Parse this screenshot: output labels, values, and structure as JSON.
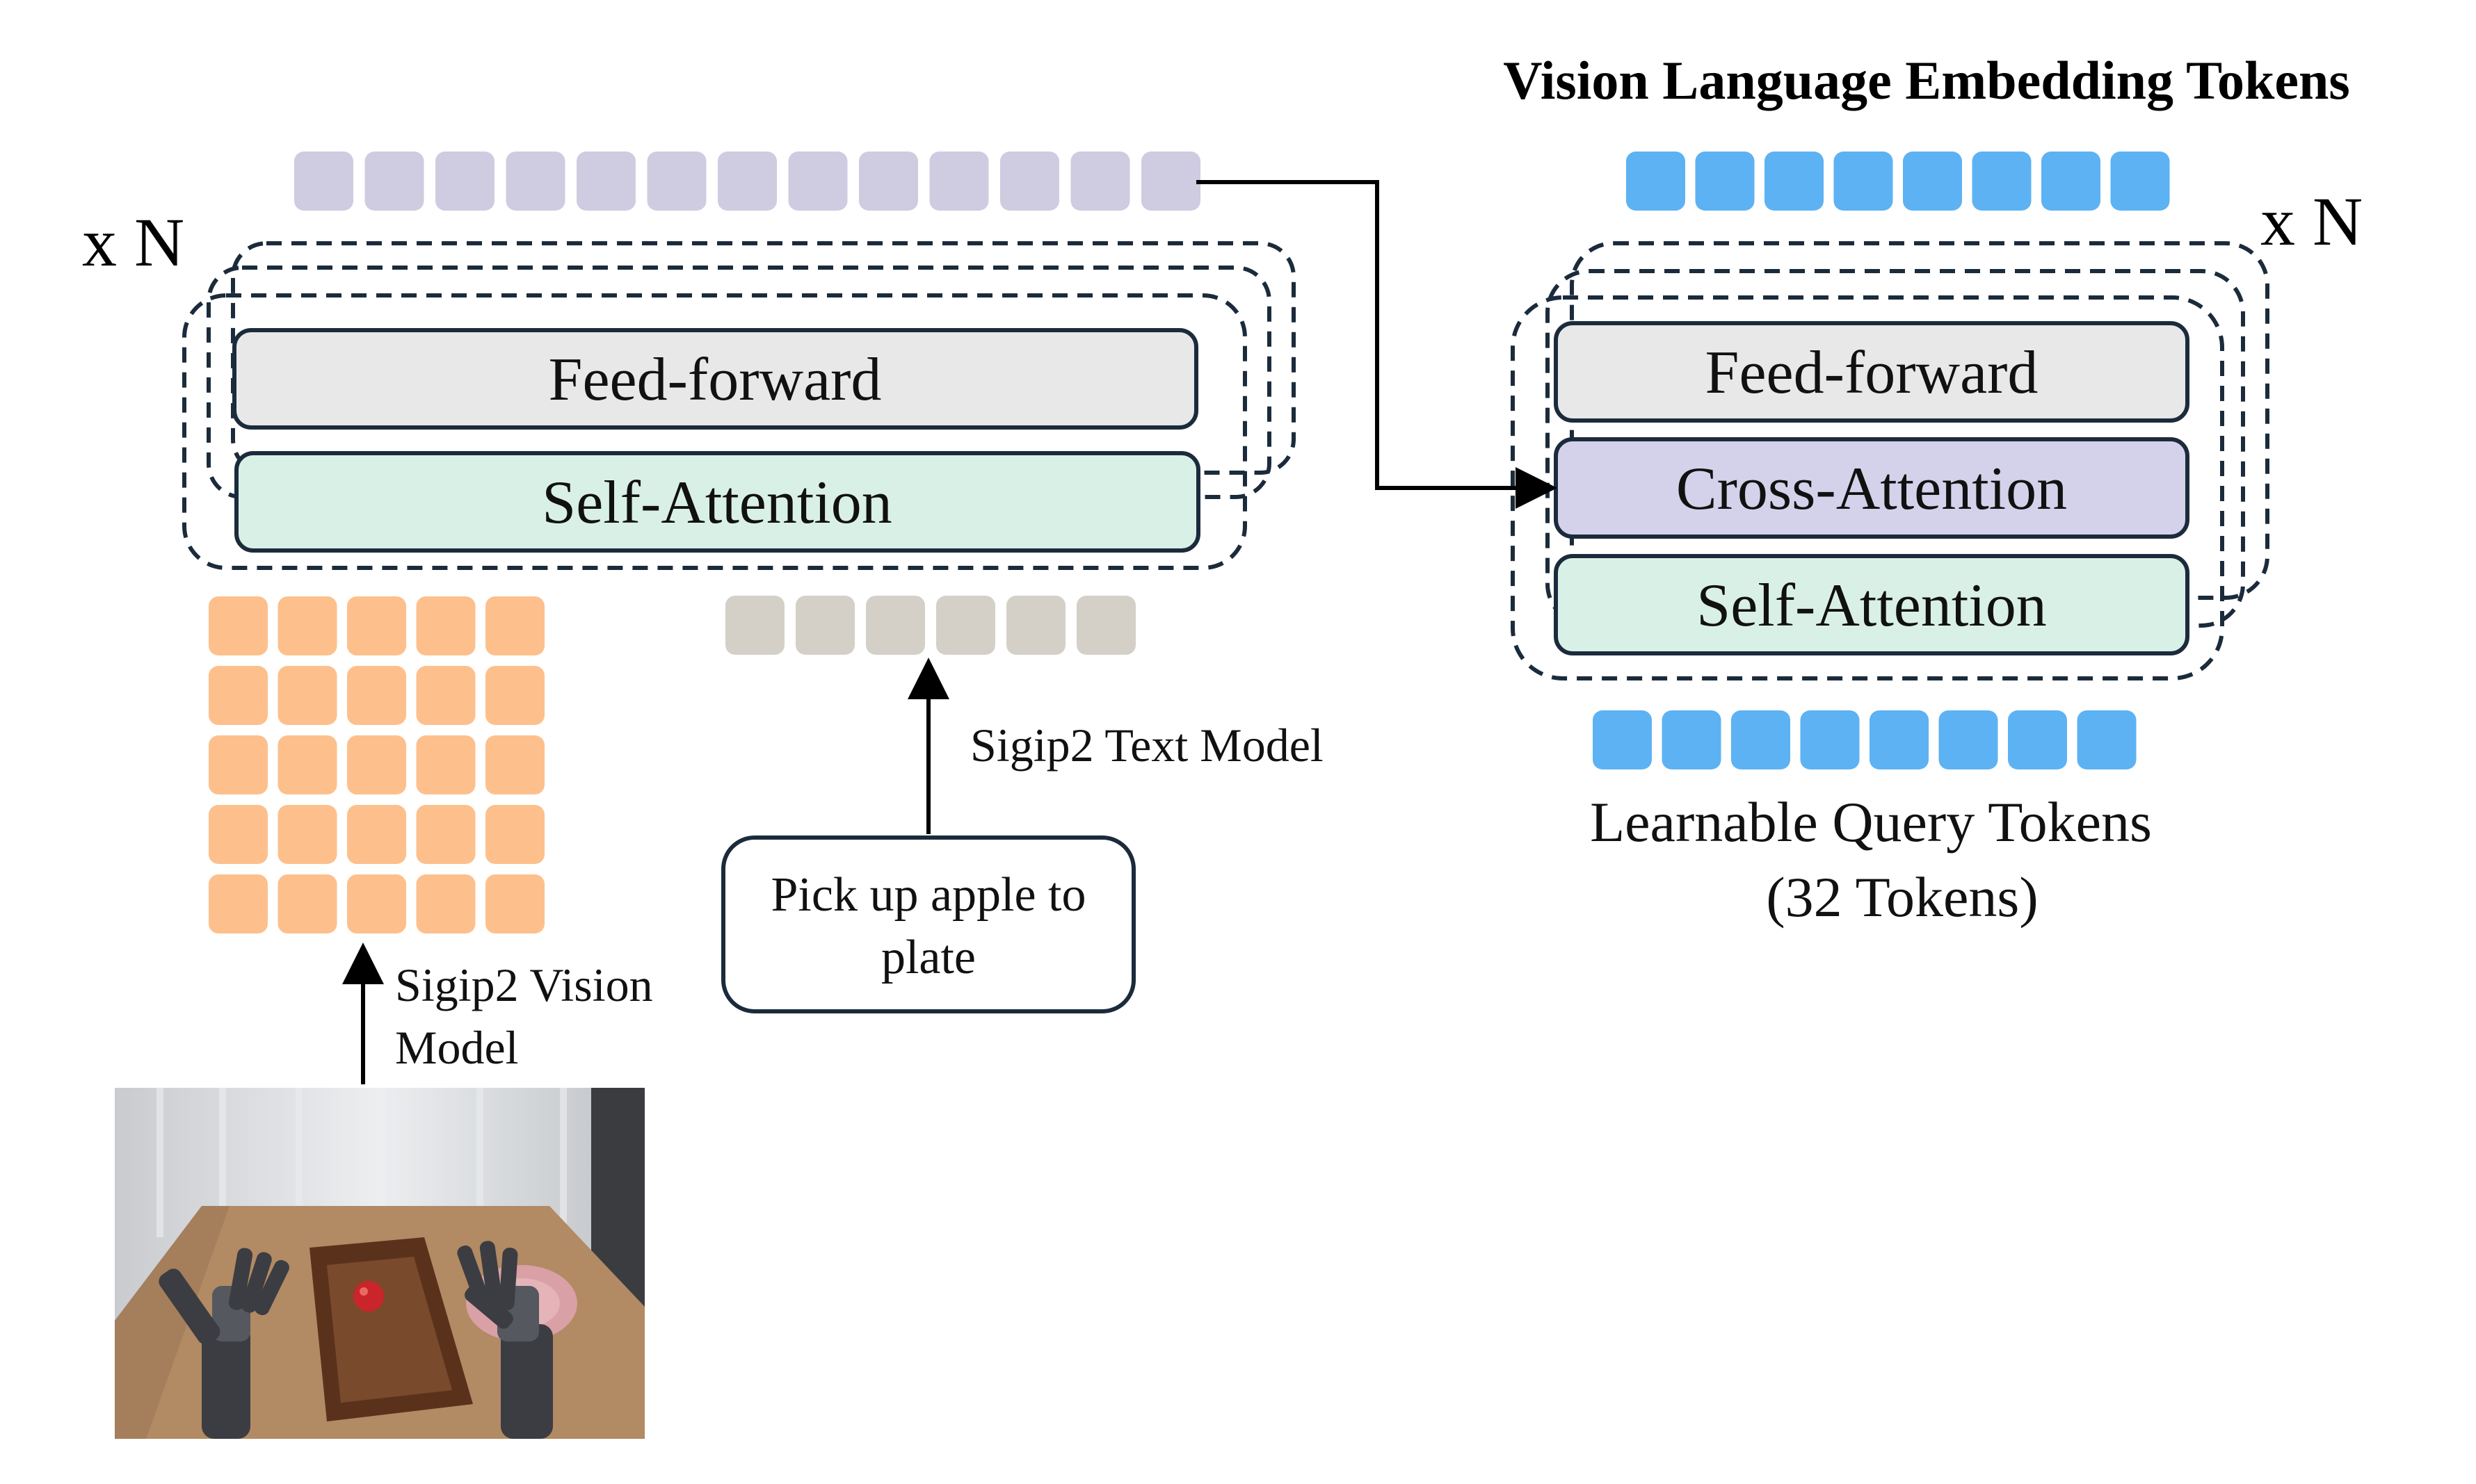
{
  "title": "Vision Language Embedding Tokens",
  "repeat_label": "x N",
  "encoder": {
    "feed_forward": "Feed-forward",
    "self_attention": "Self-Attention"
  },
  "decoder": {
    "feed_forward": "Feed-forward",
    "cross_attention": "Cross-Attention",
    "self_attention": "Self-Attention"
  },
  "instruction_text": [
    "Pick up apple to",
    "plate"
  ],
  "text_model_label": "Sigip2 Text Model",
  "vision_model_label": [
    "Sigip2 Vision",
    "Model"
  ],
  "query_tokens_label": [
    "Learnable Query Tokens",
    "(32 Tokens)"
  ],
  "colors": {
    "joint_tokens": "#cfcbe1",
    "text_tokens": "#d4d0c8",
    "image_tokens": "#fdc08c",
    "query_tokens": "#5db2f3",
    "feed_forward": "#e8e8e8",
    "self_attention": "#d9f0e7",
    "cross_attention": "#d4d2ea",
    "stroke": "#1b2b3c"
  }
}
